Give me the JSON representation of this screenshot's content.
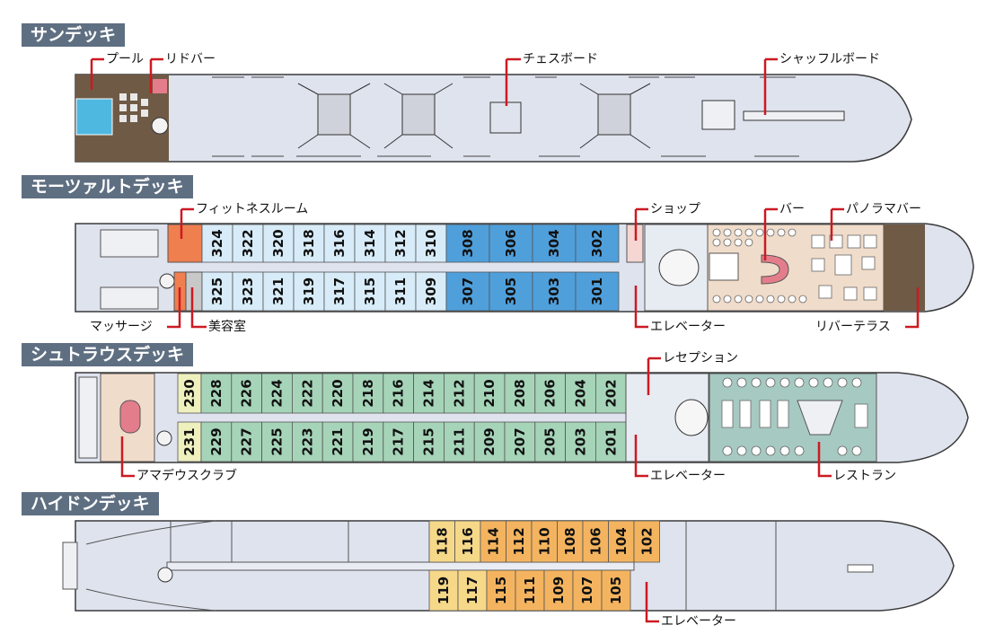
{
  "colors": {
    "hull": "#dfe3ee",
    "outline": "#3a3a3a",
    "leader": "#cc1a22",
    "title_bg": "#5f6f82",
    "cabin_300_light": "#d7ecf8",
    "cabin_300_blue": "#4f9fdb",
    "cabin_200_green": "#a6d4b9",
    "cabin_200_yellow": "#eef0be",
    "cabin_100_orange": "#f4b45f",
    "cabin_100_yellow": "#f6d889",
    "fitness": "#f07f4f",
    "beauty": "#c8c8c8",
    "lounge": "#f0dcca",
    "restaurant": "#a6c9c2",
    "pool": "#4fb8e0",
    "deck_wood": "#6f5a46"
  },
  "decks": {
    "sun": {
      "title": "サンデッキ",
      "labels": {
        "pool": "プール",
        "lido_bar": "リドバー",
        "chess": "チェスボード",
        "shuffleboard": "シャッフルボード"
      }
    },
    "mozart": {
      "title": "モーツァルトデッキ",
      "labels": {
        "fitness": "フィットネスルーム",
        "massage": "マッサージ",
        "beauty": "美容室",
        "shop": "ショップ",
        "bar": "バー",
        "panorama_bar": "パノラマバー",
        "elevator": "エレベーター",
        "river_terrace": "リバーテラス"
      },
      "cabins_top": [
        "324",
        "322",
        "320",
        "318",
        "316",
        "314",
        "312",
        "310",
        "308",
        "306",
        "304",
        "302"
      ],
      "cabins_bottom": [
        "325",
        "323",
        "321",
        "319",
        "317",
        "315",
        "311",
        "309",
        "307",
        "305",
        "303",
        "301"
      ]
    },
    "strauss": {
      "title": "シュトラウスデッキ",
      "labels": {
        "reception": "レセプション",
        "amadeus_club": "アマデウスクラブ",
        "elevator": "エレベーター",
        "restaurant": "レストラン"
      },
      "cabins_top": [
        "230",
        "228",
        "226",
        "224",
        "222",
        "220",
        "218",
        "216",
        "214",
        "212",
        "210",
        "208",
        "206",
        "204",
        "202"
      ],
      "cabins_bottom": [
        "231",
        "229",
        "227",
        "225",
        "223",
        "221",
        "219",
        "217",
        "215",
        "211",
        "209",
        "207",
        "205",
        "203",
        "201"
      ]
    },
    "haydn": {
      "title": "ハイドンデッキ",
      "labels": {
        "elevator": "エレベーター"
      },
      "cabins_top": [
        "118",
        "116",
        "114",
        "112",
        "110",
        "108",
        "106",
        "104",
        "102"
      ],
      "cabins_bottom": [
        "119",
        "117",
        "115",
        "111",
        "109",
        "107",
        "105"
      ]
    }
  }
}
